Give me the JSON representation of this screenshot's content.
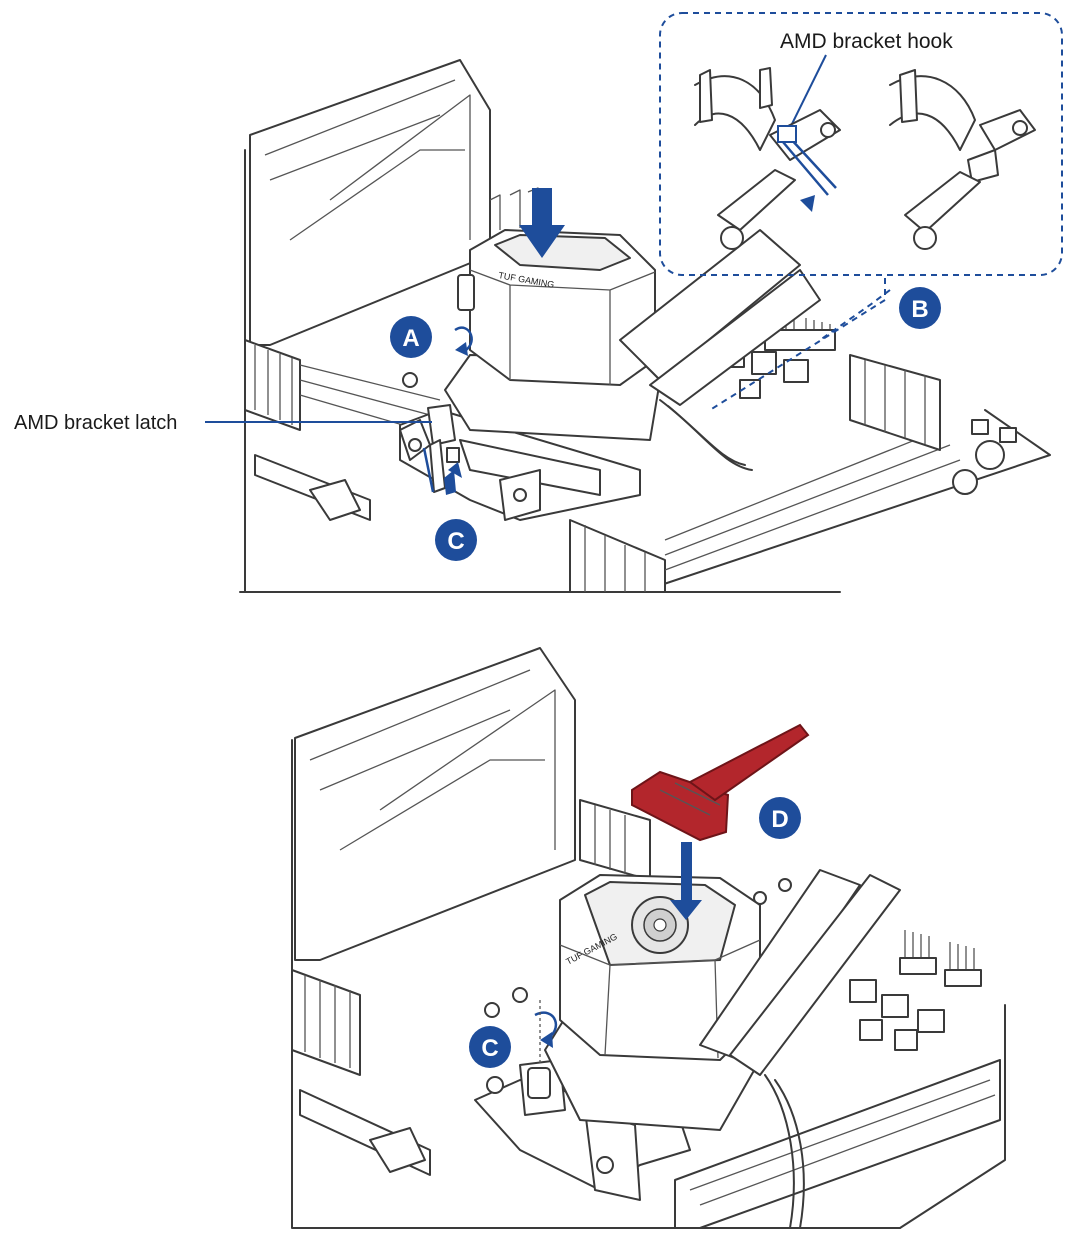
{
  "labels": {
    "bracket_hook": "AMD bracket hook",
    "bracket_latch": "AMD bracket latch"
  },
  "steps": {
    "a": "A",
    "b": "B",
    "c_top": "C",
    "c_bottom": "C",
    "d": "D"
  },
  "pump_brand_top": "TUF GAMING",
  "pump_brand_bottom": "TUF GAMING",
  "colors": {
    "step_badge": "#1e4d9b",
    "arrow": "#1e4d9b",
    "tool": "#b3262c",
    "line": "#3a3a3a"
  },
  "icons": [
    "down-arrow-icon",
    "rotate-arrow-icon",
    "up-arrow-icon",
    "screwdriver-icon"
  ]
}
